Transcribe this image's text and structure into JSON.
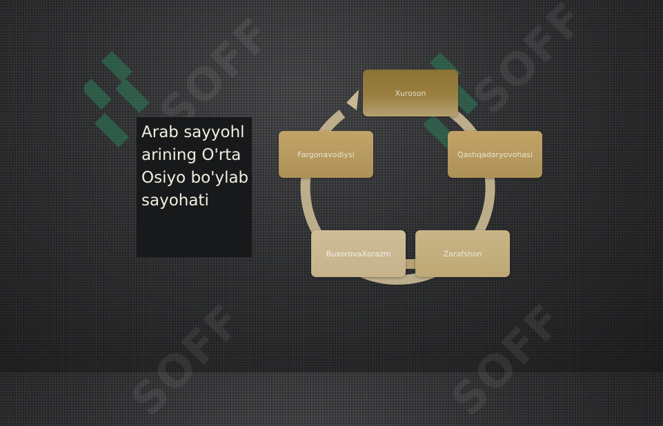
{
  "slide": {
    "title": "Arab sayyohlarining O'rta Osiyo bo'ylab sayohati",
    "watermark_text": "SOFF",
    "colors": {
      "node_gold": "#b89b5e",
      "node_dark_gold": "#9a7f40",
      "node_light": "#cfbd98",
      "cycle_ring": "#c9b893",
      "logo_green": "#2e7d5a",
      "title_bg": "#18191b",
      "title_text": "#f2ede0"
    }
  },
  "cycle": {
    "nodes": [
      {
        "label": "Xuroson"
      },
      {
        "label": "Qashqadaryovohasi"
      },
      {
        "label": "Zarafshon"
      },
      {
        "label": "BuxorovaXorazm"
      },
      {
        "label": "Fargonavodiysi"
      }
    ]
  }
}
